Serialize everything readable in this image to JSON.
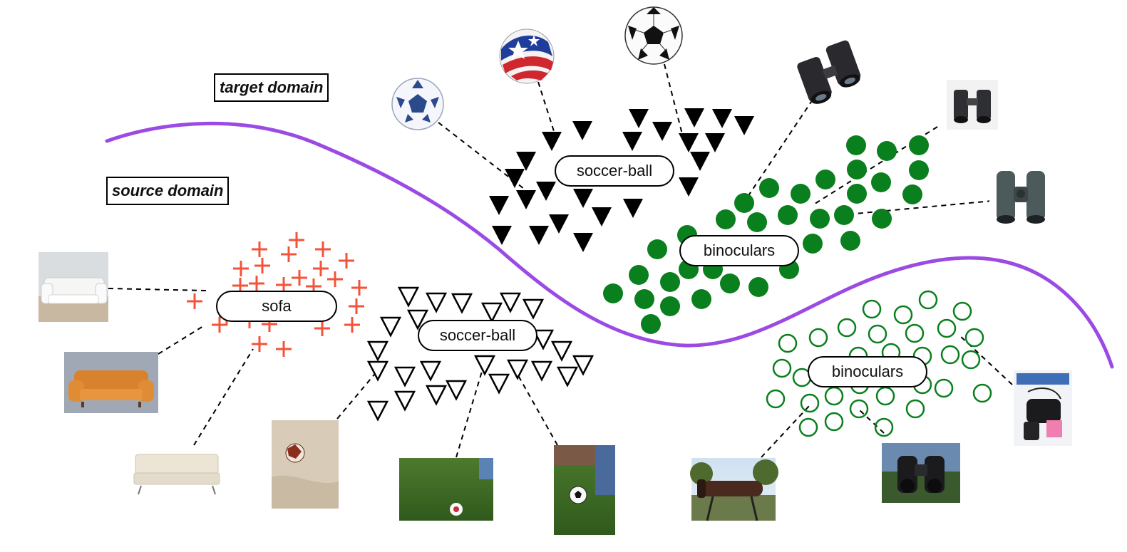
{
  "domains": {
    "target_label": "target domain",
    "source_label": "source domain",
    "boundary_color": "#9b4be3"
  },
  "clusters": {
    "target_soccer": "soccer-ball",
    "target_binoculars": "binoculars",
    "source_sofa": "sofa",
    "source_soccer": "soccer-ball",
    "source_binoculars": "binoculars"
  },
  "colors": {
    "sofa": "#f4533a",
    "binoculars": "#0a7f1e",
    "soccer": "#000000"
  },
  "thumbnails": {
    "target": [
      "soccer-ball-photo",
      "flag-soccer-ball-photo",
      "classic-soccer-ball-photo",
      "binoculars-photo",
      "binoculars-photo",
      "binoculars-photo"
    ],
    "source": [
      "white-sofa-photo",
      "orange-sofa-photo",
      "cream-sofa-photo",
      "ball-on-sand-photo",
      "ball-on-grass-photo",
      "ball-kick-photo",
      "cannon-photo",
      "binoculars-photo",
      "binoculars-pack-photo"
    ]
  }
}
